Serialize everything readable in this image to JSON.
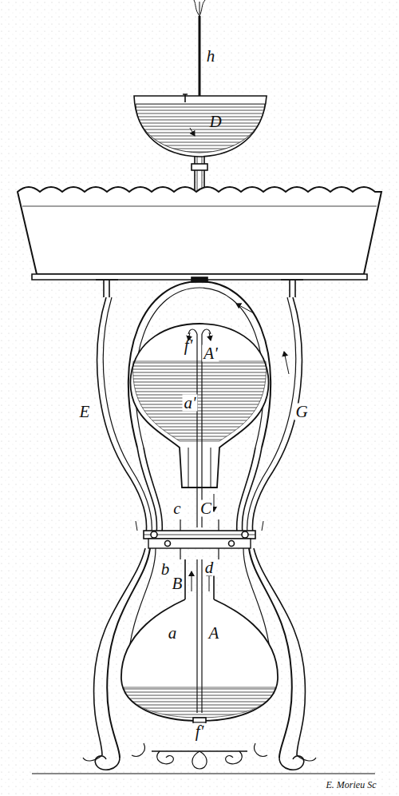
{
  "diagram": {
    "labels": [
      "h",
      "D",
      "f'",
      "A'",
      "a'",
      "E",
      "G",
      "c",
      "C",
      "b",
      "d",
      "B",
      "a",
      "A",
      "f'",
      "E. Morieu Sc"
    ]
  }
}
